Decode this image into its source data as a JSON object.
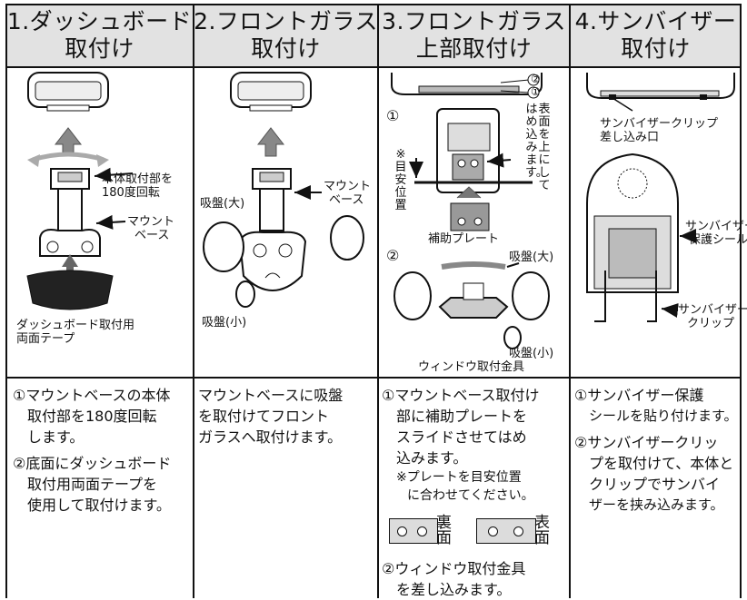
{
  "headers": [
    {
      "line1": "1.ダッシュボード",
      "line2": "取付け"
    },
    {
      "line1": "2.フロントガラス",
      "line2": "取付け"
    },
    {
      "line1": "3.フロントガラス",
      "line2": "上部取付け"
    },
    {
      "line1": "4.サンバイザー",
      "line2": "取付け"
    }
  ],
  "col1": {
    "label_rotate": "本体取付部を",
    "label_rotate2": "180度回転",
    "label_mount1": "マウント",
    "label_mount2": "ベース",
    "label_tape1": "ダッシュボード取付用",
    "label_tape2": "両面テープ",
    "desc1a": "①マウントベースの本体",
    "desc1b": "取付部を180度回転",
    "desc1c": "します。",
    "desc2a": "②底面にダッシュボード",
    "desc2b": "取付用両面テープを",
    "desc2c": "使用して取付けます。"
  },
  "col2": {
    "label_mount1": "マウント",
    "label_mount2": "ベース",
    "label_large": "吸盤(大)",
    "label_small": "吸盤(小)",
    "desc1": "マウントベースに吸盤",
    "desc2": "を取付けてフロント",
    "desc3": "ガラスへ取付けます。"
  },
  "col3": {
    "num1": "①",
    "num2": "②",
    "mark_circle1": "②",
    "mark_circle2": "①",
    "vlabel_front1": "表面を上にして",
    "vlabel_front2": "はめ込みます。",
    "vlabel_guide": "※目安位置",
    "label_plate": "補助プレート",
    "label_large": "吸盤(大)",
    "label_small": "吸盤(小)",
    "label_bracket": "ウィンドウ取付金具",
    "desc1a": "①マウントベース取付け",
    "desc1b": "部に補助プレートを",
    "desc1c": "スライドさせてはめ",
    "desc1d": "込みます。",
    "note1": "※プレートを目安位置",
    "note2": "に合わせてください。",
    "back": "裏面",
    "front": "表面",
    "desc2a": "②ウィンドウ取付金具",
    "desc2b": "を差し込みます。"
  },
  "col4": {
    "label_slot1": "サンバイザークリップ",
    "label_slot2": "差し込み口",
    "label_seal1": "サンバイザー",
    "label_seal2": "保護シール",
    "label_clip1": "サンバイザー",
    "label_clip2": "クリップ",
    "desc1a": "①サンバイザー保護",
    "desc1b": "シールを貼り付けます。",
    "desc2a": "②サンバイザークリッ",
    "desc2b": "プを取付けて、本体と",
    "desc2c": "クリップでサンバイ",
    "desc2d": "ザーを挟み込みます。"
  }
}
